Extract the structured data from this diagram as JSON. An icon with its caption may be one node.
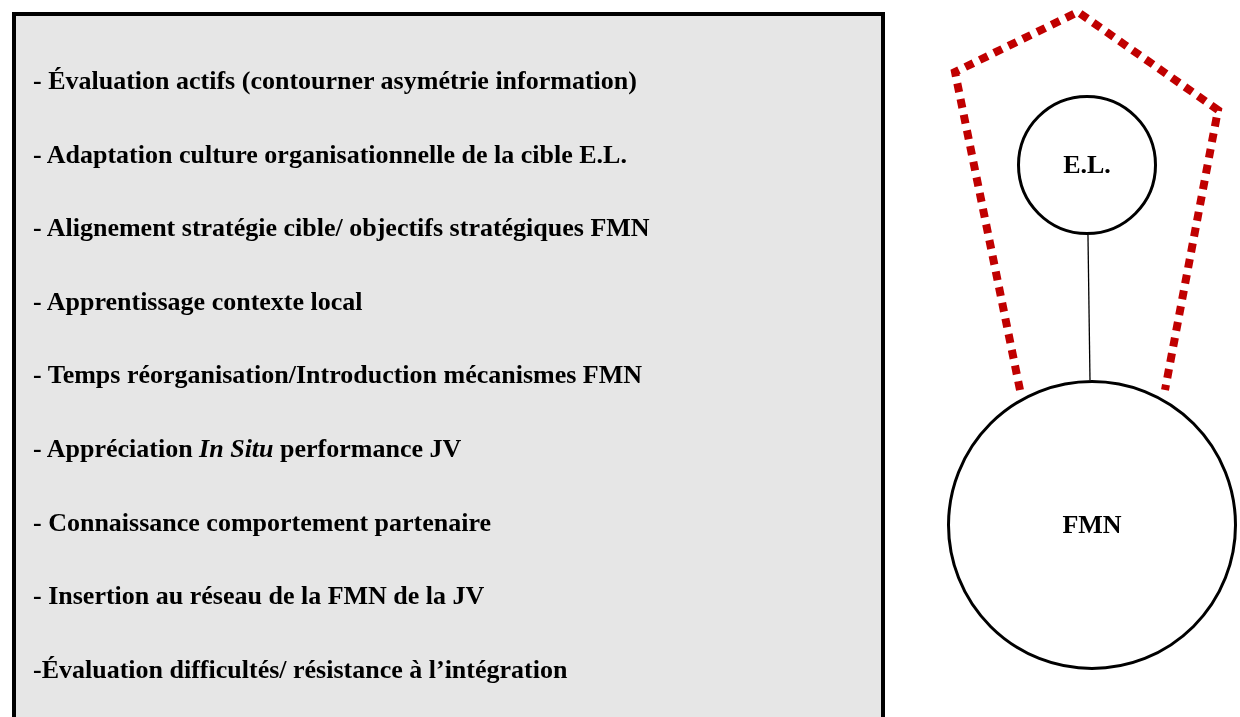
{
  "diagram": {
    "nodes": [
      {
        "text": [
          "- Évaluation actifs (contourner asymétrie information)",
          "- Adaptation culture organisationnelle de la cible E.L.",
          "- Alignement stratégie cible/ objectifs stratégiques FMN",
          "- Apprentissage contexte local",
          "- Temps réorganisation/Introduction mécanismes FMN",
          "- Appréciation *In Situ* performance JV",
          "- Connaissance comportement partenaire",
          "- Insertion au réseau de la FMN de la JV",
          "-Évaluation difficultés/ résistance à l’intégration"
        ]
      },
      {
        "text": [
          "E.L."
        ]
      },
      {
        "text": [
          "FMN"
        ]
      }
    ],
    "edges": [
      {
        "from": 1,
        "to": 2,
        "arrow": "none"
      }
    ]
  }
}
